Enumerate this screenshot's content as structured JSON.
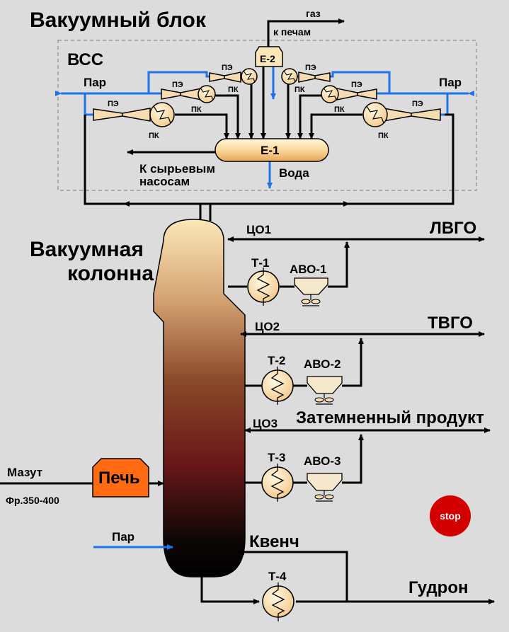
{
  "titles": {
    "vacuum_block": "Вакуумный блок",
    "vss": "ВСС",
    "column_line1": "Вакуумная",
    "column_line2": "колонна"
  },
  "labels": {
    "gas": "газ",
    "to_furnaces": "к печам",
    "steam_left": "Пар",
    "steam_right": "Пар",
    "steam_bottom": "Пар",
    "pe": "ПЭ",
    "pk": "ПК",
    "to_feed_pumps_1": "К сырьевым",
    "to_feed_pumps_2": "насосам",
    "water": "Вода",
    "e1": "Е-1",
    "e2": "Е-2",
    "co1": "ЦО1",
    "co2": "ЦО2",
    "co3": "ЦО3",
    "lvgo": "ЛВГО",
    "tvgo": "ТВГО",
    "dark_product": "Затемненный продукт",
    "t1": "Т-1",
    "t2": "Т-2",
    "t3": "Т-3",
    "t4": "Т-4",
    "avo1": "АВО-1",
    "avo2": "АВО-2",
    "avo3": "АВО-3",
    "mazut": "Мазут",
    "fraction": "Фр.350-400",
    "furnace": "Печь",
    "quench": "Квенч",
    "tar": "Гудрон",
    "stop": "stop"
  },
  "colors": {
    "background": "#dcdcdc",
    "steam_line": "#1e73e8",
    "furnace": "#ff6a13",
    "stop": "#d40000",
    "ejector": "#f6dcb0",
    "vessel": "#fbe6b8"
  }
}
